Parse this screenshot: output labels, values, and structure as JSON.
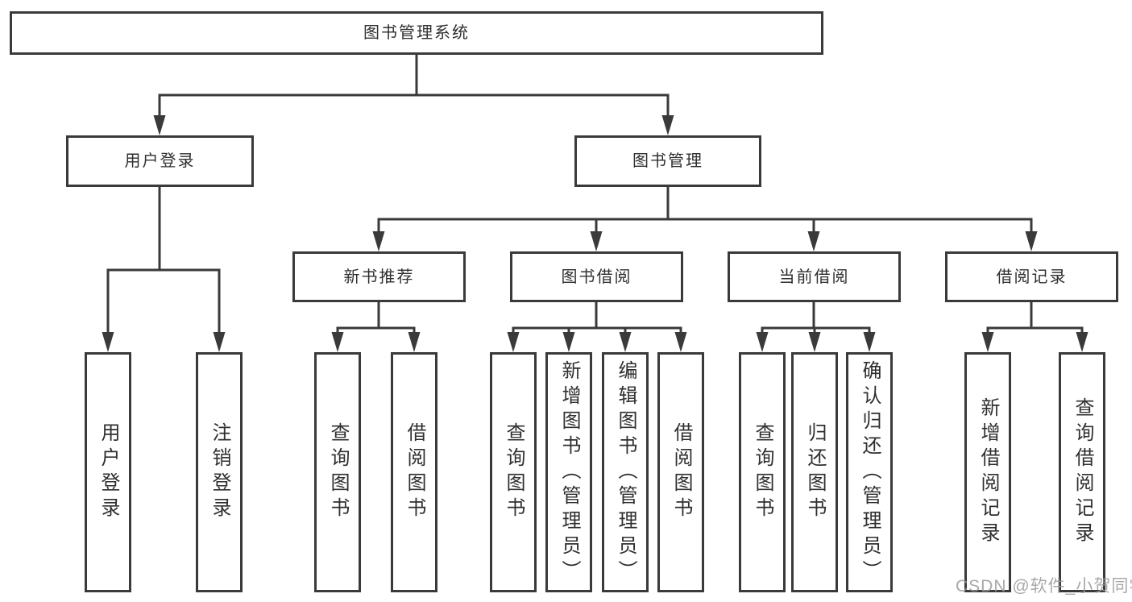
{
  "diagram": {
    "title": "图书管理系统",
    "colors": {
      "line": "#3a3a3a",
      "text": "#2f2f2f",
      "box_background": "#ffffff",
      "watermark": "#9a9a9a"
    },
    "tree": {
      "root": {
        "label": "图书管理系统"
      },
      "branches": {
        "user_login": {
          "label": "用户登录",
          "children": {
            "login": {
              "label": "用户登录"
            },
            "logout": {
              "label": "注销登录"
            }
          }
        },
        "book_mgmt": {
          "label": "图书管理",
          "children": {
            "new_book": {
              "label": "新书推荐",
              "children": {
                "query": {
                  "label": "查询图书"
                },
                "borrow": {
                  "label": "借阅图书"
                }
              }
            },
            "borrowing": {
              "label": "图书借阅",
              "children": {
                "query": {
                  "label": "查询图书"
                },
                "add": {
                  "label": "新增图书（管理员）"
                },
                "edit": {
                  "label": "编辑图书（管理员）"
                },
                "borrow": {
                  "label": "借阅图书"
                }
              }
            },
            "current": {
              "label": "当前借阅",
              "children": {
                "query": {
                  "label": "查询图书"
                },
                "return": {
                  "label": "归还图书"
                },
                "confirm": {
                  "label": "确认归还（管理员）"
                }
              }
            },
            "records": {
              "label": "借阅记录",
              "children": {
                "add": {
                  "label": "新增借阅记录"
                },
                "query": {
                  "label": "查询借阅记录"
                }
              }
            }
          }
        }
      }
    },
    "watermark": "CSDN @软件_小贺同学"
  }
}
